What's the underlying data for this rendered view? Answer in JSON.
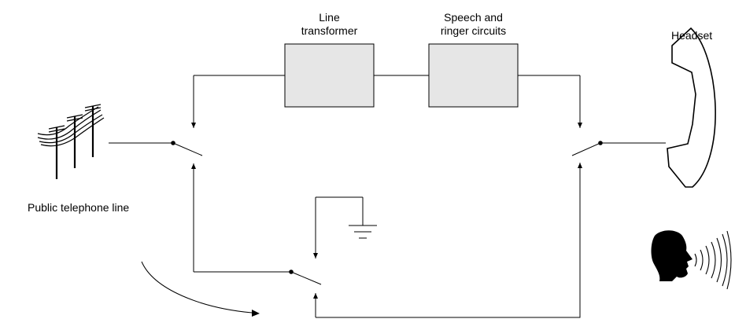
{
  "labels": {
    "line_transformer_1": "Line",
    "line_transformer_2": "transformer",
    "speech_ringer_1": "Speech and",
    "speech_ringer_2": "ringer circuits",
    "headset": "Headset",
    "public_line": "Public telephone line"
  },
  "colors": {
    "wire": "#000000",
    "box_fill": "#e6e6e6",
    "background": "#ffffff"
  },
  "icons": [
    "telephone-pole-icon",
    "telephone-handset-icon",
    "speaking-head-icon",
    "ground-symbol-icon"
  ]
}
